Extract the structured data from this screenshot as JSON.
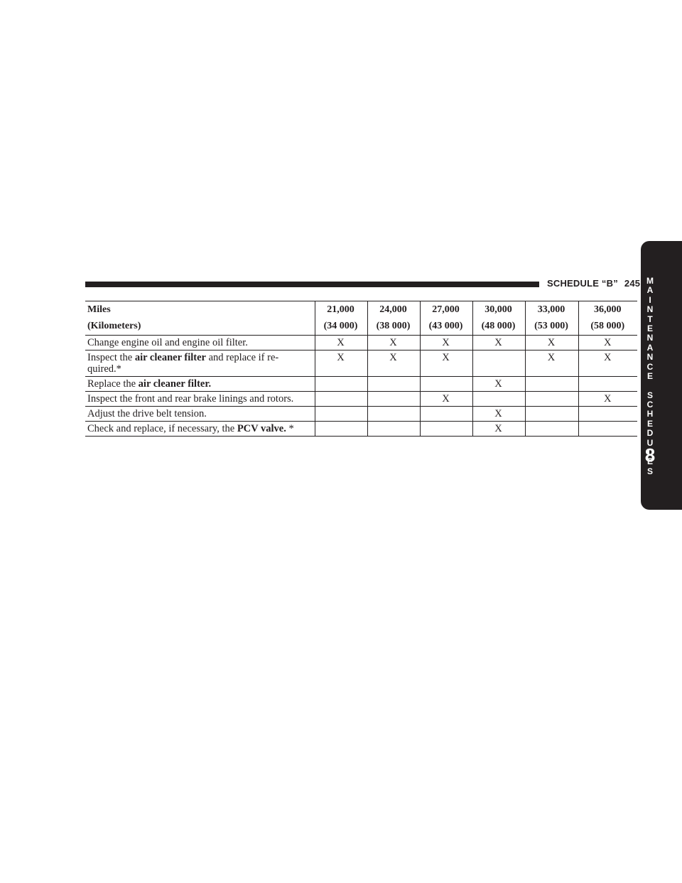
{
  "page_header": {
    "section_title": "SCHEDULE “B”",
    "page_number": "245"
  },
  "side_tab": {
    "letters": [
      "M",
      "A",
      "I",
      "N",
      "T",
      "E",
      "N",
      "A",
      "N",
      "C",
      "E",
      " ",
      "S",
      "C",
      "H",
      "E",
      "D",
      "U",
      "L",
      "E",
      "S"
    ],
    "chapter_number": "8"
  },
  "table": {
    "header_label_1": "Miles",
    "header_label_2": "(Kilometers)",
    "columns": [
      {
        "miles": "21,000",
        "km": "(34 000)"
      },
      {
        "miles": "24,000",
        "km": "(38 000)"
      },
      {
        "miles": "27,000",
        "km": "(43 000)"
      },
      {
        "miles": "30,000",
        "km": "(48 000)"
      },
      {
        "miles": "33,000",
        "km": "(53 000)"
      },
      {
        "miles": "36,000",
        "km": "(58 000)"
      }
    ],
    "rows": [
      {
        "desc_prefix": "Change engine oil and engine oil filter.",
        "desc_bold": "",
        "desc_suffix": "",
        "marks": [
          "X",
          "X",
          "X",
          "X",
          "X",
          "X"
        ]
      },
      {
        "desc_prefix": "Inspect the ",
        "desc_bold": "air cleaner filter",
        "desc_suffix": " and replace if re-quired.*",
        "marks": [
          "X",
          "X",
          "X",
          "",
          "X",
          "X"
        ]
      },
      {
        "desc_prefix": "Replace the ",
        "desc_bold": "air cleaner filter.",
        "desc_suffix": "",
        "marks": [
          "",
          "",
          "",
          "X",
          "",
          ""
        ]
      },
      {
        "desc_prefix": "Inspect the front and rear brake linings and rotors.",
        "desc_bold": "",
        "desc_suffix": "",
        "marks": [
          "",
          "",
          "X",
          "",
          "",
          "X"
        ]
      },
      {
        "desc_prefix": "Adjust the drive belt tension.",
        "desc_bold": "",
        "desc_suffix": "",
        "marks": [
          "",
          "",
          "",
          "X",
          "",
          ""
        ]
      },
      {
        "desc_prefix": "Check and replace, if necessary, the ",
        "desc_bold": "PCV valve.",
        "desc_suffix": " *",
        "marks": [
          "",
          "",
          "",
          "X",
          "",
          ""
        ]
      }
    ]
  }
}
